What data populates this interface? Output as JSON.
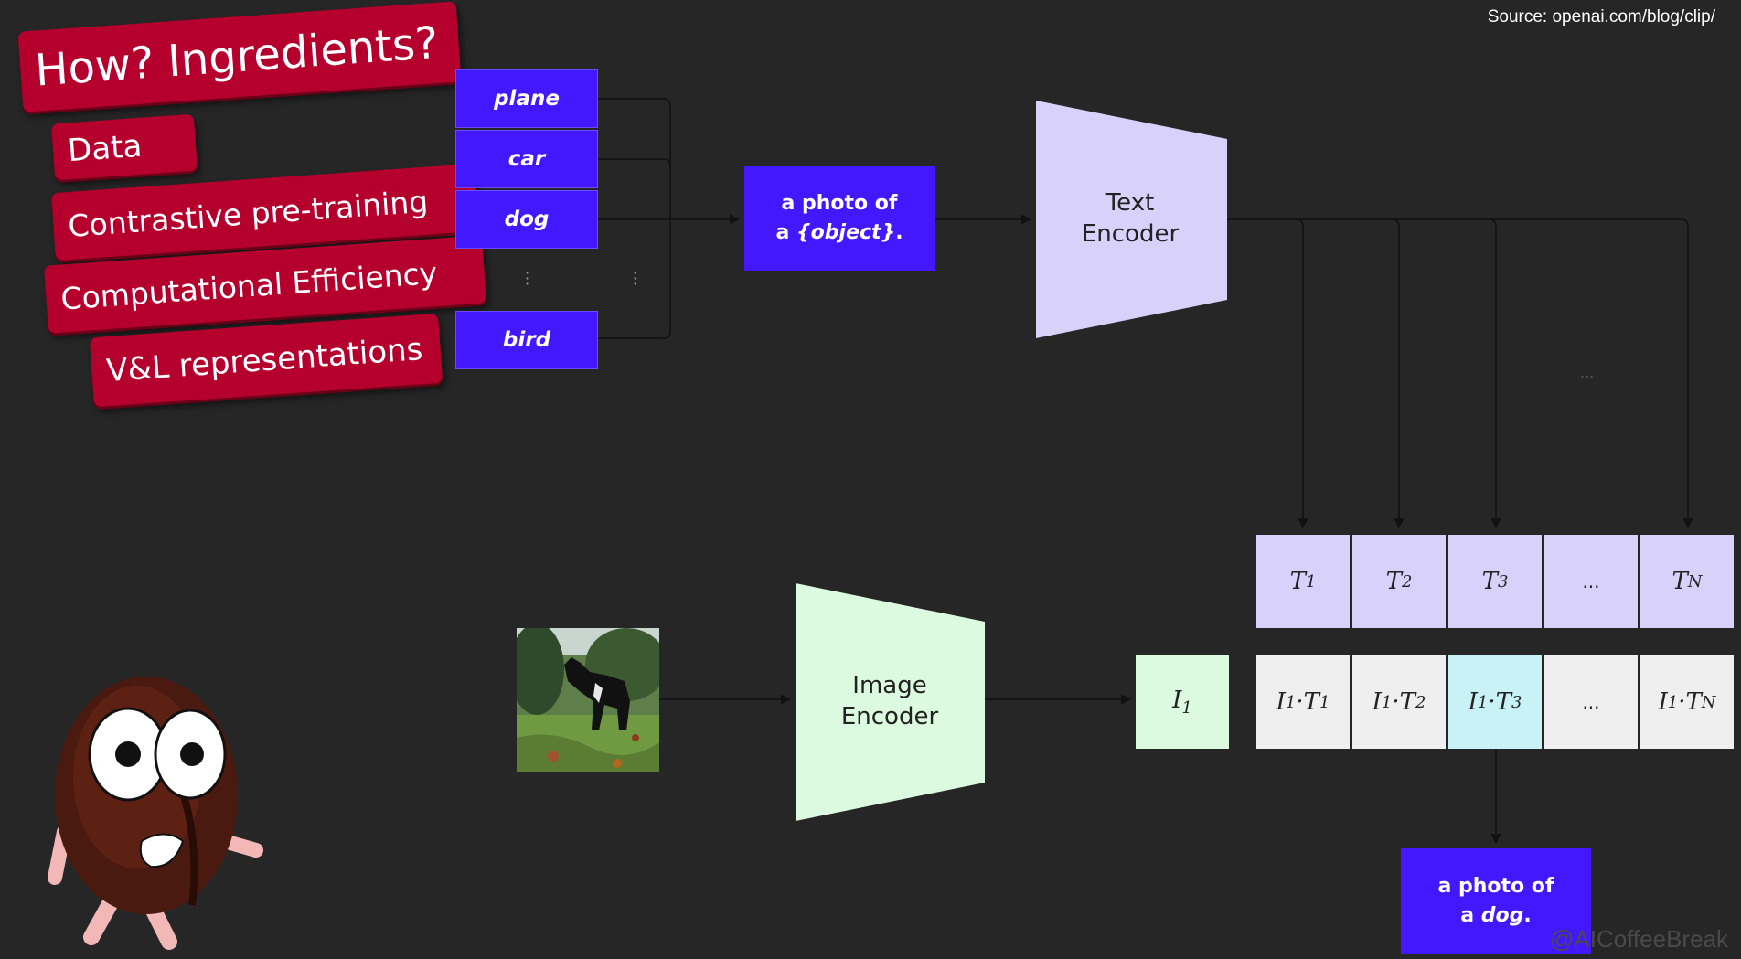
{
  "source": "Source: openai.com/blog/clip/",
  "watermark": "@AICoffeeBreak",
  "tags": {
    "title": "How? Ingredients?",
    "data": "Data",
    "contrastive": "Contrastive pre-training",
    "computational": "Computational Efficiency",
    "vl": "V&L representations"
  },
  "labels": [
    "plane",
    "car",
    "dog",
    "bird"
  ],
  "prompt_template": {
    "line1": "a photo of",
    "line2_prefix": "a ",
    "line2_object": "{object}",
    "line2_suffix": "."
  },
  "text_encoder": {
    "line1": "Text",
    "line2": "Encoder"
  },
  "image_encoder": {
    "line1": "Image",
    "line2": "Encoder"
  },
  "image_embedding": {
    "base": "I",
    "sub": "1"
  },
  "text_embeddings": [
    {
      "base": "T",
      "sub": "1"
    },
    {
      "base": "T",
      "sub": "2"
    },
    {
      "base": "T",
      "sub": "3"
    },
    {
      "ellipsis": "..."
    },
    {
      "base": "T",
      "sub": "N"
    }
  ],
  "similarities": [
    {
      "a": "I",
      "as": "1",
      "b": "T",
      "bs": "1"
    },
    {
      "a": "I",
      "as": "1",
      "b": "T",
      "bs": "2"
    },
    {
      "a": "I",
      "as": "1",
      "b": "T",
      "bs": "3",
      "highlight": true
    },
    {
      "ellipsis": "..."
    },
    {
      "a": "I",
      "as": "1",
      "b": "T",
      "bs": "N"
    }
  ],
  "extra_ellipsis": "...",
  "result": {
    "line1": "a photo of",
    "line2_prefix": "a ",
    "line2_object": "dog",
    "line2_suffix": "."
  },
  "colors": {
    "accent_blue": "#4318ff",
    "tag_red": "#b5002e",
    "text_lavender": "#d8d2fb",
    "image_green": "#dcfadf",
    "highlight_cyan": "#c8f2f6"
  }
}
